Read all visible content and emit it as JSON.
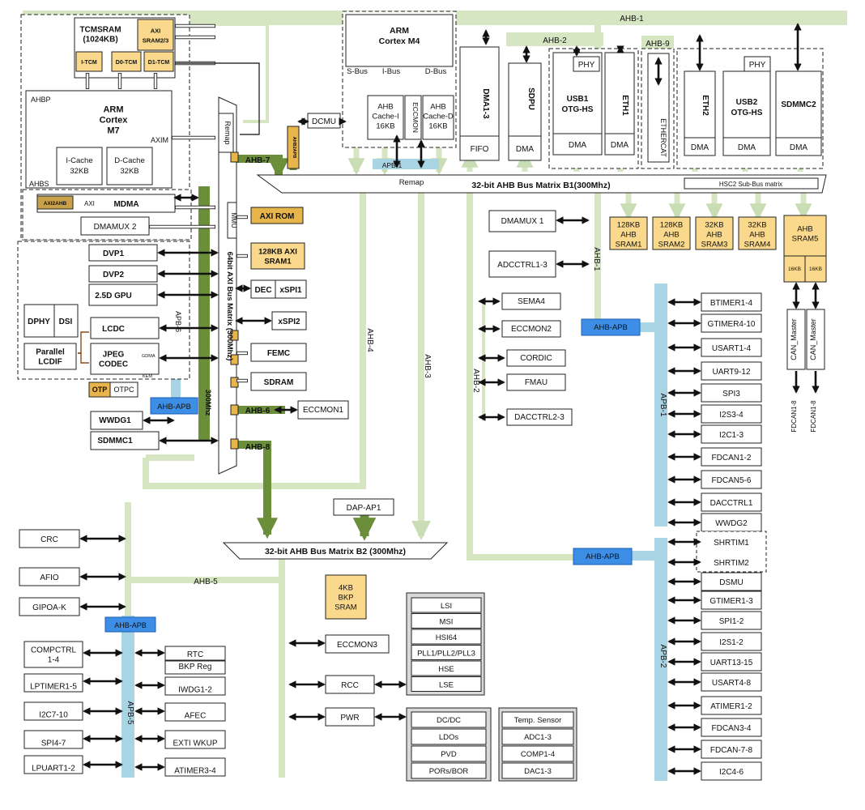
{
  "colors": {
    "bus_light": "#d6e6c3",
    "bus_dark": "#6a8e3a",
    "apb_blue": "#a8d4e4",
    "bridge_blue": "#3d8ee6",
    "mem_yellow": "#fad98c",
    "mem_orange": "#e8b54a",
    "edge": "#222222"
  },
  "cpu": {
    "m7_lines": [
      "ARM",
      "Cortex",
      "M7"
    ],
    "m4_lines": [
      "ARM",
      "Cortex M4"
    ],
    "ahbp": "AHBP",
    "ahbs": "AHBS",
    "axim": "AXIM",
    "icache": [
      "I-Cache",
      "32KB"
    ],
    "dcache": [
      "D-Cache",
      "32KB"
    ],
    "sbus": "S-Bus",
    "ibus": "I-Bus",
    "dbus": "D-Bus",
    "m4_icache": [
      "AHB",
      "Cache-I",
      "16KB"
    ],
    "m4_dcache": [
      "AHB",
      "Cache-D",
      "16KB"
    ],
    "eccmon_vert": "ECCMON"
  },
  "tcm": {
    "title": [
      "TCMSRAM",
      "(1024KB)"
    ],
    "axi_sram23": [
      "AXI",
      "SRAM2/3"
    ],
    "itcm": "I-TCM",
    "d0tcm": "D0-TCM",
    "d1tcm": "D1-TCM"
  },
  "axi_matrix": {
    "label": "64bit AXI Bus Matrix (300Mhz)",
    "remap": "Remap",
    "mmu": "MMU",
    "mhz": "300Mhz",
    "a": "A"
  },
  "left_blocks": {
    "axi2ahb": "AXI2AHB",
    "axi": "AXI",
    "mdma": "MDMA",
    "dmamux2": "DMAMUX 2",
    "dvp1": "DVP1",
    "dvp2": "DVP2",
    "gpu": "2.5D GPU",
    "dphy": "DPHY",
    "dsi": "DSI",
    "lcdc": "LCDC",
    "parallel": [
      "Parallel",
      "LCDIF"
    ],
    "jpeg": [
      "JPEG",
      "CODEC"
    ],
    "otp": "OTP",
    "otpc": "OTPC",
    "apb6": "APB-6",
    "ahb_apb": "AHB-APB",
    "wwdg1": "WWDG1",
    "sdmmc1": "SDMMC1",
    "gdma": "GDMA",
    "kem": "KEM"
  },
  "axi_slaves": {
    "axirom": "AXI ROM",
    "axisram": [
      "128KB AXI",
      "SRAM1"
    ],
    "dec": "DEC",
    "xspi1": "xSPI1",
    "xspi2": "xSPI2",
    "femc": "FEMC",
    "sdram": "SDRAM"
  },
  "buses": {
    "ahb7": "AHB-7",
    "ahb6": "AHB-6",
    "ahb8": "AHB-8",
    "ahb4": "AHB-4",
    "ahb3": "AHB-3",
    "ahb2": "AHB-2",
    "ahb1": "AHB-1",
    "ahb2_top": "AHB-2",
    "ahb9": "AHB-9",
    "ahb5": "AHB-5",
    "apb1_small": "APB-1",
    "ahb2apb_vert": "AHB2APB",
    "dcmu": "DCMU",
    "eccmon1": "ECCMON1",
    "remap_b1": "Remap"
  },
  "matrix_b1": {
    "label": "32-bit AHB Bus Matrix B1(300Mhz)",
    "hsc2": "HSC2 Sub-Bus matrix"
  },
  "b1_masters": {
    "dma13": "DMA1-3",
    "fifo": "FIFO",
    "sdpu": "SDPU",
    "dma": "DMA",
    "usb1": [
      "USB1",
      "OTG-HS"
    ],
    "phy": "PHY",
    "eth1": "ETH1",
    "ethercat": "ETHERCAT",
    "eth2": "ETH2",
    "usb2": [
      "USB2",
      "OTG-HS"
    ],
    "sdmmc2": "SDMMC2"
  },
  "ahb_srams": {
    "s1": [
      "128KB",
      "AHB",
      "SRAM1"
    ],
    "s2": [
      "128KB",
      "AHB",
      "SRAM2"
    ],
    "s3": [
      "32KB",
      "AHB",
      "SRAM3"
    ],
    "s4": [
      "32KB",
      "AHB",
      "SRAM4"
    ],
    "s5": [
      "AHB",
      "SRAM5"
    ],
    "k16": "16KB"
  },
  "can": {
    "master": "CAN_Master",
    "fdcan": "FDCAN1-8"
  },
  "ahb2_periph": {
    "dmamux1": "DMAMUX 1",
    "adcctrl": "ADCCTRL1-3",
    "sema4": "SEMA4",
    "eccmon2": "ECCMON2",
    "cordic": "CORDIC",
    "fmau": "FMAU",
    "dacctrl2": "DACCTRL2-3"
  },
  "apb1": {
    "label": "APB-1",
    "bridge": "AHB-APB",
    "items": [
      "BTIMER1-4",
      "GTIMER4-10",
      "USART1-4",
      "UART9-12",
      "SPI3",
      "I2S3-4",
      "I2C1-3",
      "FDCAN1-2",
      "FDCAN5-6",
      "DACCTRL1",
      "WWDG2"
    ]
  },
  "apb2": {
    "label": "APB-2",
    "bridge": "AHB-APB",
    "items": [
      "SHRTIM1",
      "SHRTIM2",
      "DSMU",
      "GTIMER1-3",
      "SPI1-2",
      "I2S1-2",
      "UART13-15",
      "USART4-8",
      "ATIMER1-2",
      "FDCAN3-4",
      "FDCAN-7-8",
      "I2C4-6"
    ]
  },
  "matrix_b2": {
    "label": "32-bit AHB Bus Matrix B2 (300Mhz)",
    "dap": "DAP-AP1",
    "bkp": [
      "4KB",
      "BKP",
      "SRAM"
    ]
  },
  "ahb5": {
    "left": [
      "CRC",
      "AFIO",
      "GIPOA-K"
    ],
    "apb5": "APB-5",
    "bridge": "AHB-APB",
    "apb5_left": [
      [
        "COMPCTRL",
        "1-4"
      ],
      [
        "LPTIMER1-5"
      ],
      [
        "I2C7-10"
      ],
      [
        "SPI4-7"
      ],
      [
        "LPUART1-2"
      ]
    ],
    "apb5_right": [
      [
        "RTC",
        "BKP Reg"
      ],
      [
        "IWDG1-2"
      ],
      [
        "AFEC"
      ],
      [
        "EXTI WKUP"
      ],
      [
        "ATIMER3-4"
      ]
    ]
  },
  "system": {
    "eccmon3": "ECCMON3",
    "rcc": "RCC",
    "pwr": "PWR",
    "clocks": [
      "LSI",
      "MSI",
      "HSI64",
      "PLL1/PLL2/PLL3",
      "HSE",
      "LSE"
    ],
    "power": [
      "DC/DC",
      "LDOs",
      "PVD",
      "PORs/BOR"
    ],
    "analog": [
      "Temp. Sensor",
      "ADC1-3",
      "COMP1-4",
      "DAC1-3"
    ]
  }
}
